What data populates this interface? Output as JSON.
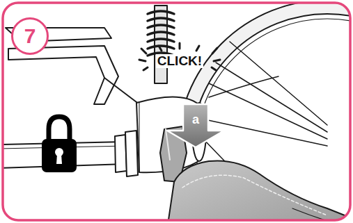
{
  "diagram": {
    "nodes": [
      {
        "text": [
          "7"
        ]
      }
    ],
    "labels": [
      "CLICK!",
      "a"
    ]
  }
}
